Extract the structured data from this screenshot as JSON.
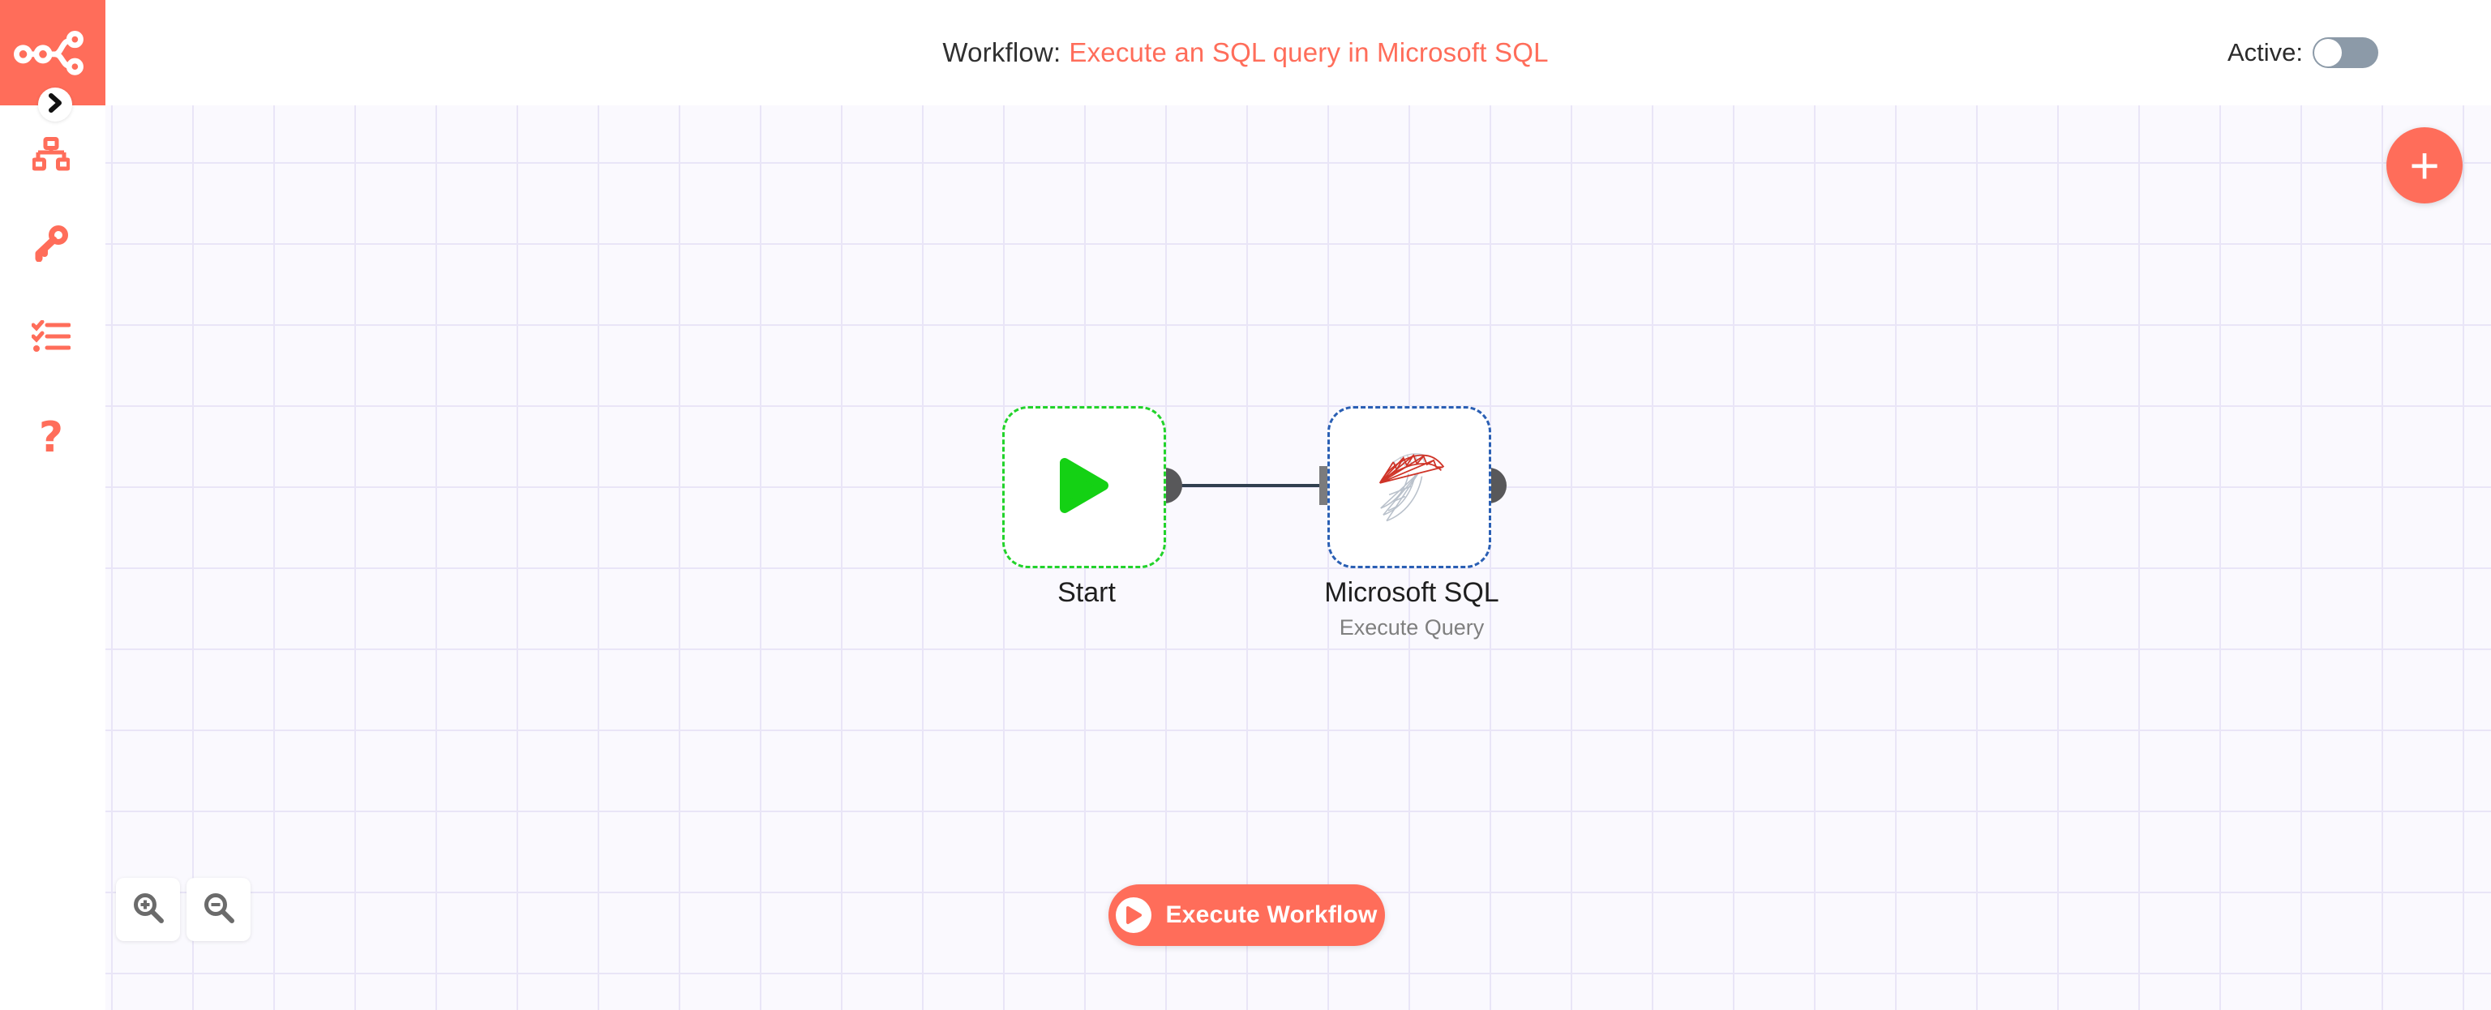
{
  "header": {
    "title_prefix": "Workflow:",
    "workflow_name": "Execute an SQL query in Microsoft SQL",
    "active_label": "Active:",
    "active_state": "off"
  },
  "sidebar": {
    "logo_icon": "n8n-logo",
    "collapse_icon": "chevron-right-icon",
    "items": [
      {
        "icon": "workflows-sitemap-icon"
      },
      {
        "icon": "credentials-key-icon"
      },
      {
        "icon": "executions-checklist-icon"
      },
      {
        "icon": "help-question-icon",
        "glyph": "?"
      }
    ]
  },
  "canvas": {
    "add_node_label": "+",
    "zoom_in_icon": "magnifier-plus-icon",
    "zoom_out_icon": "magnifier-minus-icon",
    "nodes": [
      {
        "name": "Start",
        "subtitle": "",
        "icon": "play-triangle-icon",
        "border_style": "green-dashed"
      },
      {
        "name": "Microsoft SQL",
        "subtitle": "Execute Query",
        "icon": "mssql-server-logo",
        "border_style": "blue-dashed"
      }
    ],
    "execute_button": {
      "label": "Execute Workflow",
      "icon": "play-circle-icon"
    }
  },
  "colors": {
    "accent": "#ff6d5a",
    "green_border": "#22d32b",
    "green_play": "#14d114",
    "blue_border": "#2a5fb4",
    "toggle_off": "#8c9aa8",
    "line": "#31404f",
    "dot": "#58585a",
    "port": "#7b7b7d",
    "canvas_bg": "#faf9fe",
    "grid_line": "#e9e5f7"
  }
}
